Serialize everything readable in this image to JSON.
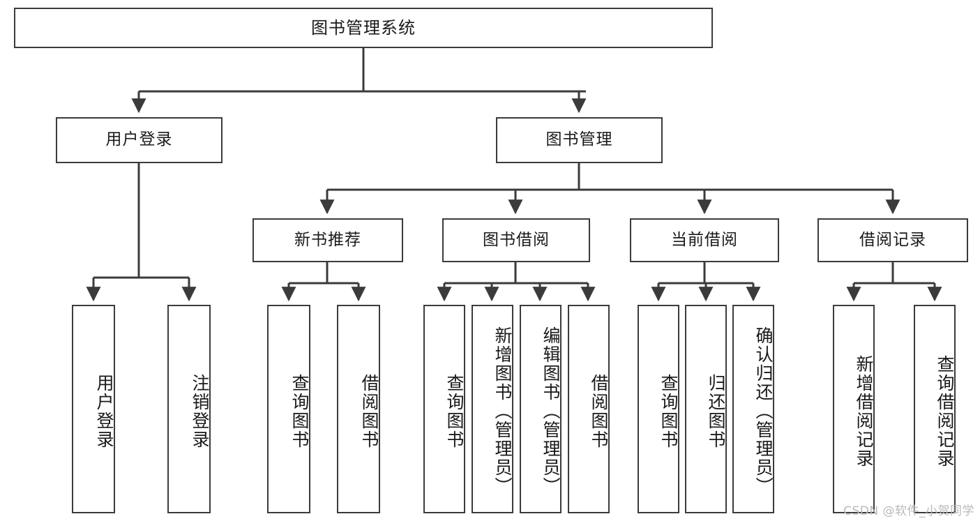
{
  "diagram": {
    "title": "图书管理系统",
    "type": "tree-hierarchy",
    "root": {
      "label": "图书管理系统"
    },
    "level2": [
      {
        "label": "用户登录"
      },
      {
        "label": "图书管理"
      }
    ],
    "level3": [
      {
        "label": "新书推荐"
      },
      {
        "label": "图书借阅"
      },
      {
        "label": "当前借阅"
      },
      {
        "label": "借阅记录"
      }
    ],
    "leaves": {
      "user_login": [
        {
          "label": "用户登录"
        },
        {
          "label": "注销登录"
        }
      ],
      "new_book_recommend": [
        {
          "label": "查询图书"
        },
        {
          "label": "借阅图书"
        }
      ],
      "book_borrow": [
        {
          "label": "查询图书"
        },
        {
          "label": "新增图书（管理员）"
        },
        {
          "label": "编辑图书（管理员）"
        },
        {
          "label": "借阅图书"
        }
      ],
      "current_borrow": [
        {
          "label": "查询图书"
        },
        {
          "label": "归还图书"
        },
        {
          "label": "确认归还（管理员）"
        }
      ],
      "borrow_record": [
        {
          "label": "新增借阅记录"
        },
        {
          "label": "查询借阅记录"
        }
      ]
    }
  },
  "watermark": {
    "text": "CSDN @软件_小贺同学"
  },
  "colors": {
    "stroke": "#3b3b3b",
    "text": "#1a1a1a",
    "background": "#ffffff",
    "watermark": "#b9b9b9"
  }
}
